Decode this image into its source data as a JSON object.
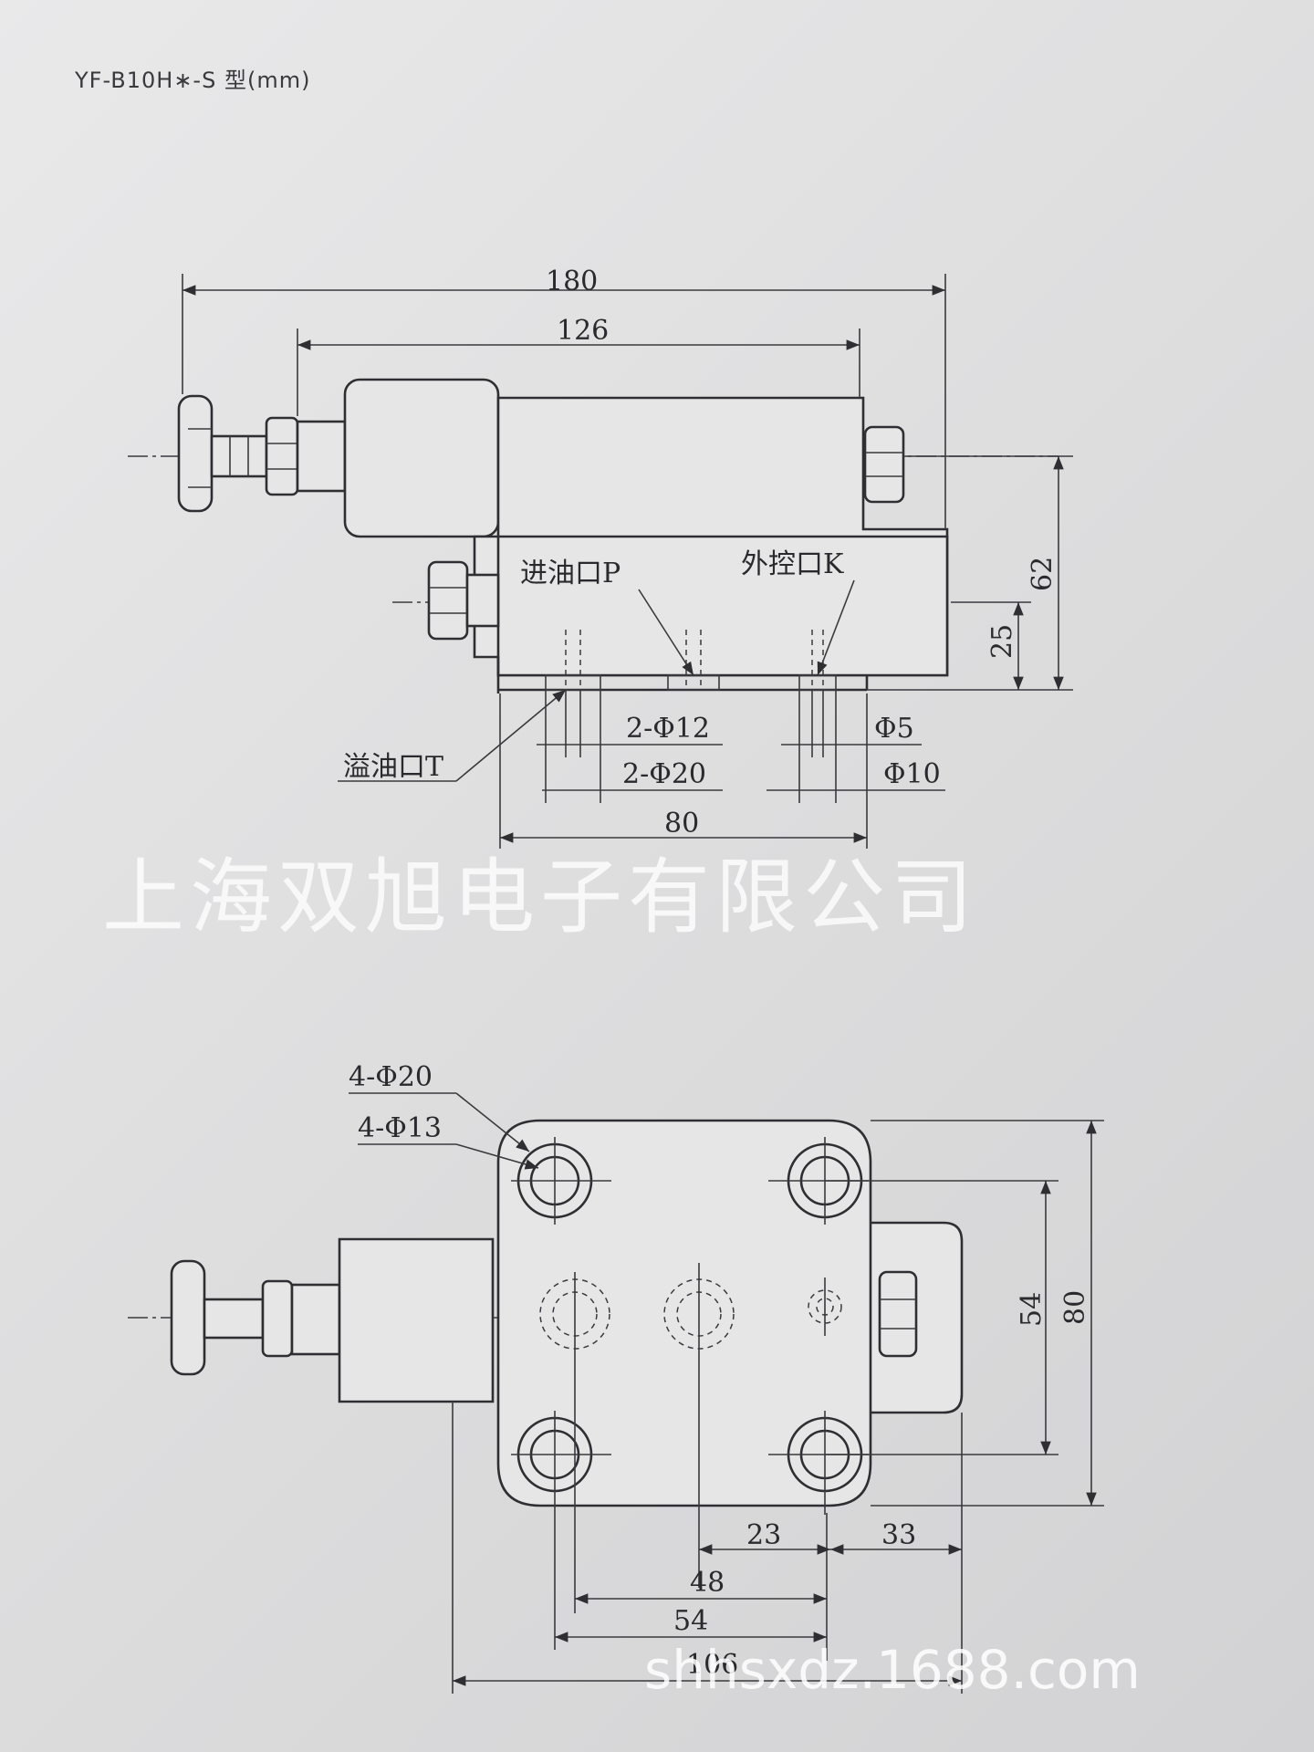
{
  "title": "YF-B10H∗-S 型(mm)",
  "labels": {
    "inlet_p": "进油口P",
    "ext_control_k": "外控口K",
    "overflow_t": "溢油口T"
  },
  "dimensions": {
    "d180": "180",
    "d126": "126",
    "d62": "62",
    "d25": "25",
    "d_2phi12": "2-Φ12",
    "d_2phi20": "2-Φ20",
    "d_phi5": "Φ5",
    "d_phi10": "Φ10",
    "d80_side": "80",
    "d_4phi20": "4-Φ20",
    "d_4phi13": "4-Φ13",
    "d54_v": "54",
    "d80_v": "80",
    "d23": "23",
    "d33": "33",
    "d48": "48",
    "d54_h": "54",
    "d106": "106"
  },
  "watermarks": {
    "company": "上海双旭电子有限公司",
    "site": "shhsxdz.1688.com"
  }
}
